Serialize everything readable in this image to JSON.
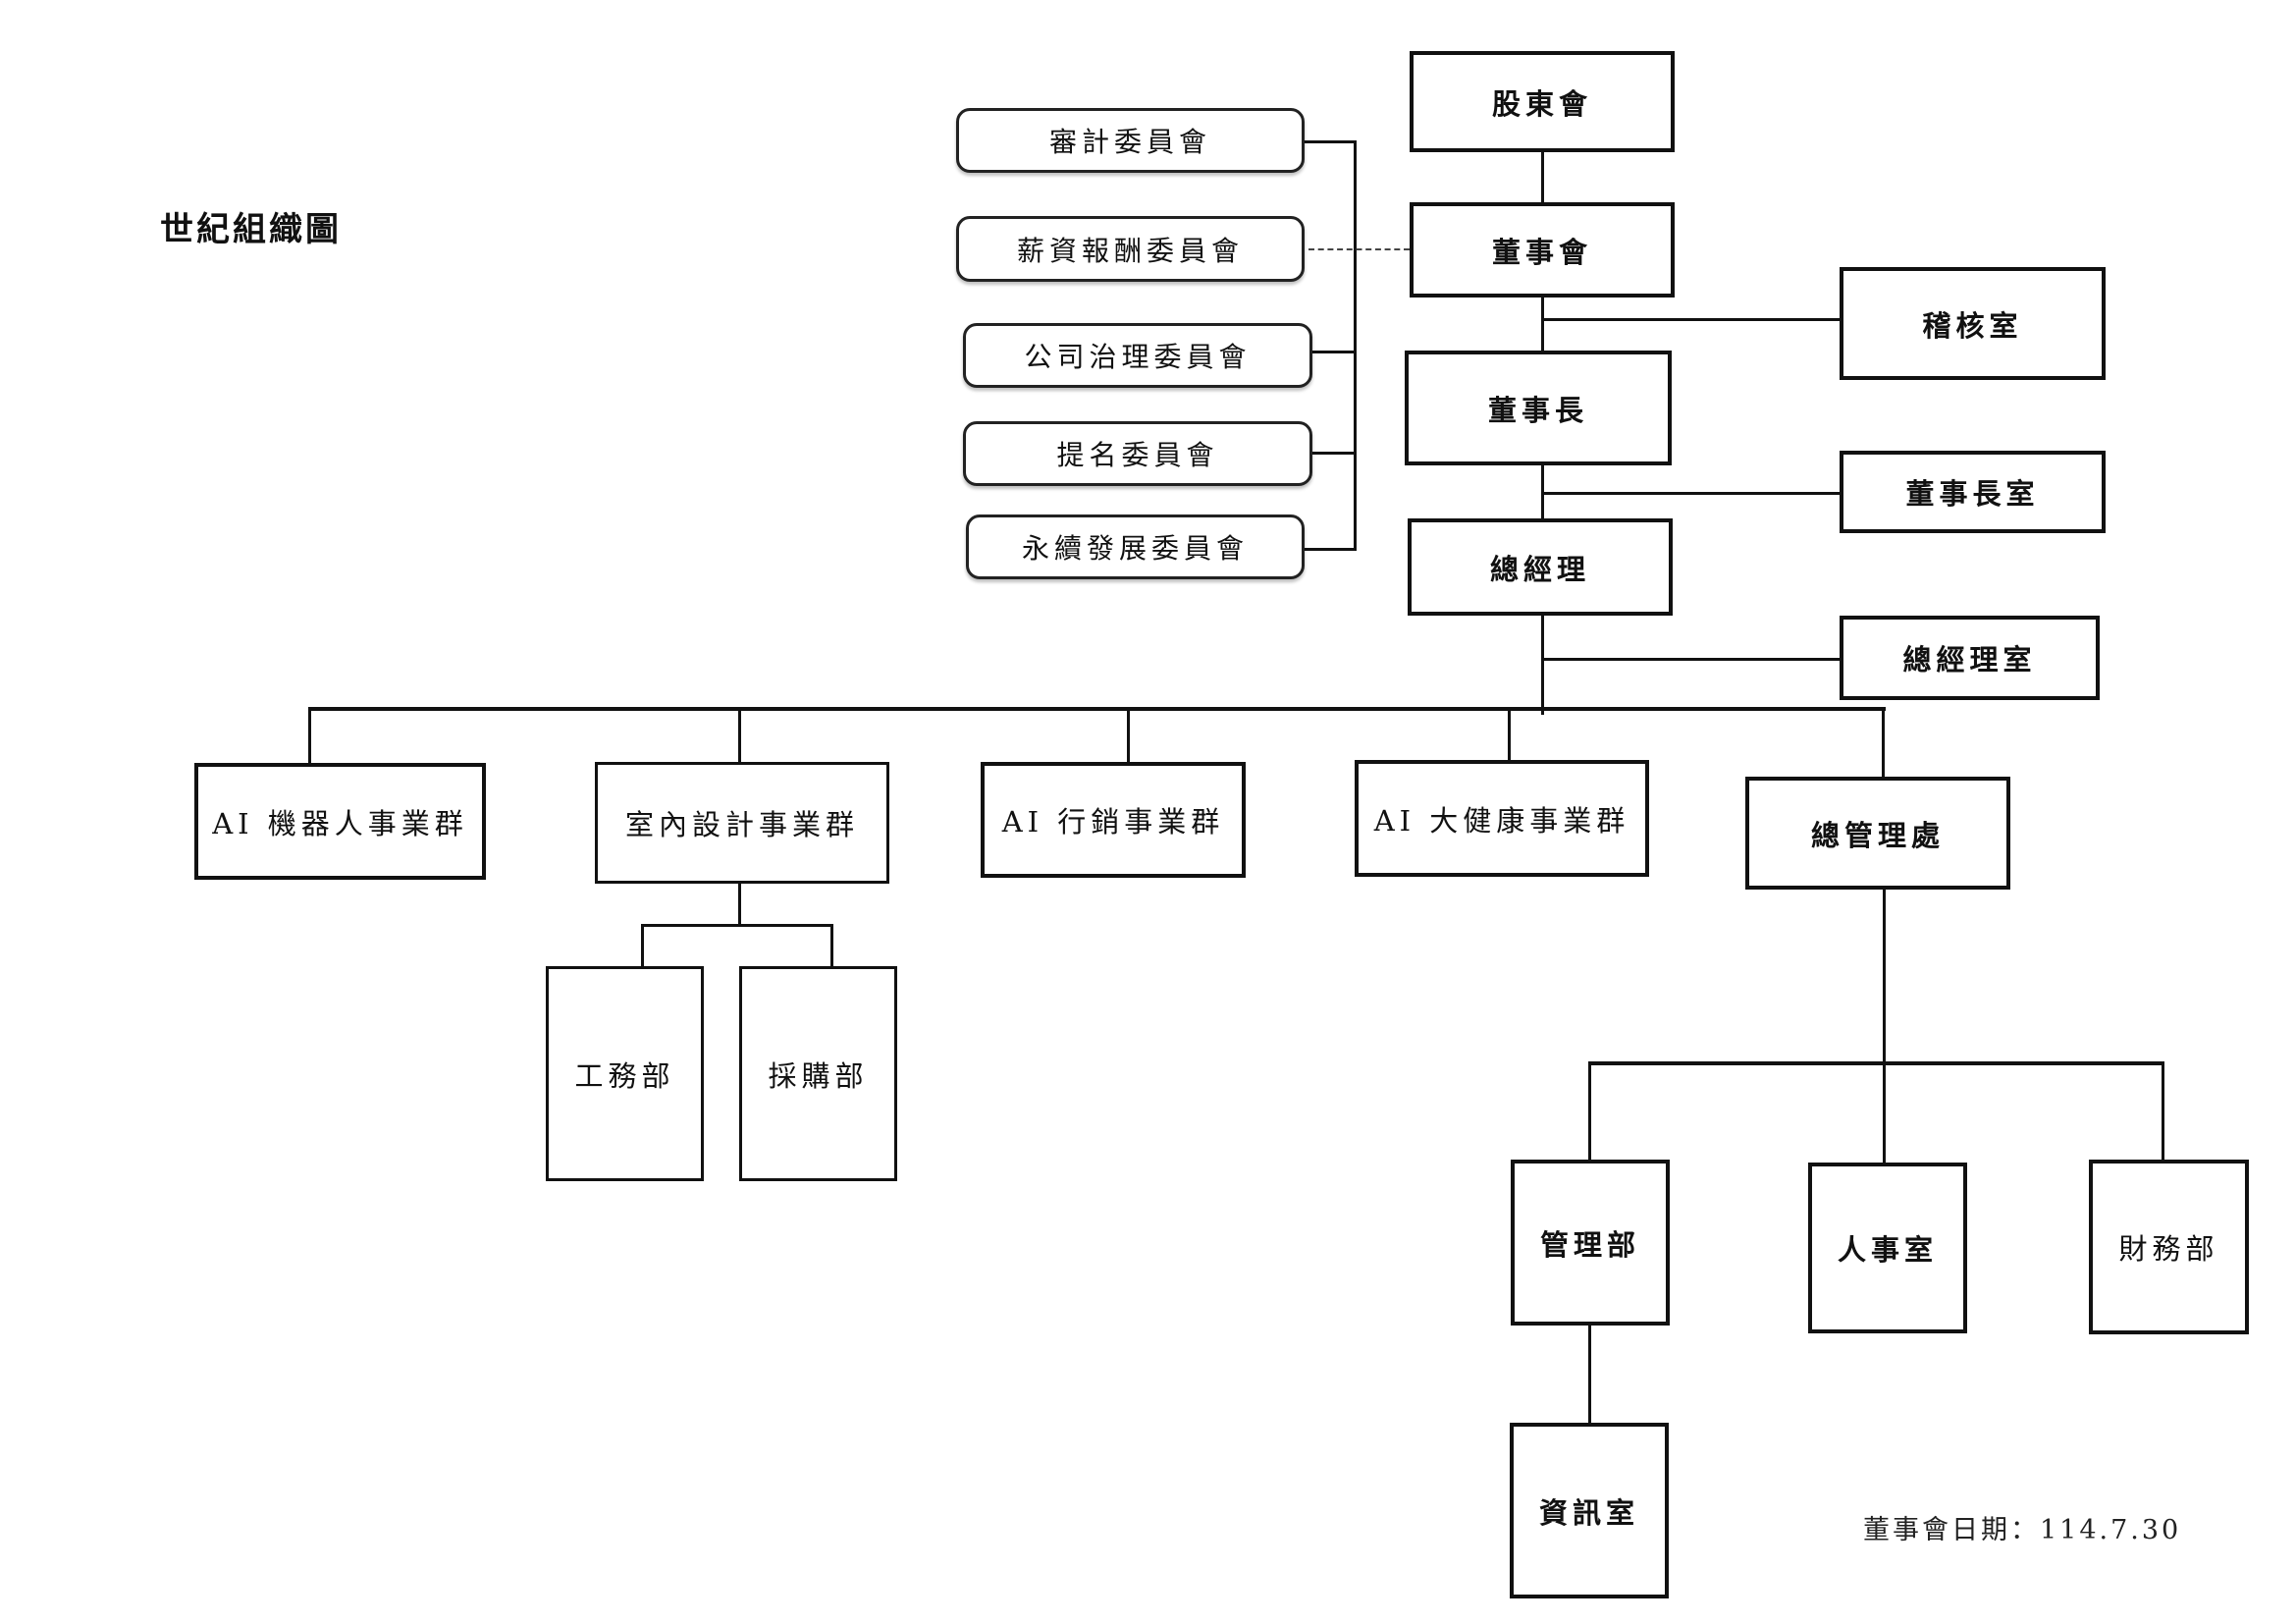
{
  "title": "世紀組織圖",
  "footer": {
    "date_label": "董事會日期：114.7.30"
  },
  "governance": {
    "shareholders": "股東會",
    "board": "董事會",
    "chairman": "董事長",
    "president": "總經理"
  },
  "staff_offices": {
    "audit_office": "稽核室",
    "chairman_office": "董事長室",
    "president_office": "總經理室"
  },
  "committees": [
    {
      "label": "審計委員會"
    },
    {
      "label": "薪資報酬委員會"
    },
    {
      "label": "公司治理委員會"
    },
    {
      "label": "提名委員會"
    },
    {
      "label": "永續發展委員會"
    }
  ],
  "business_groups": [
    {
      "label": "AI 機器人事業群"
    },
    {
      "label": "室內設計事業群",
      "children": [
        "工務部",
        "採購部"
      ]
    },
    {
      "label": "AI 行銷事業群"
    },
    {
      "label": "AI 大健康事業群"
    },
    {
      "label": "總管理處",
      "children": [
        "管理部",
        "人事室",
        "財務部"
      ]
    }
  ],
  "admin_sub": {
    "it_office": "資訊室"
  }
}
